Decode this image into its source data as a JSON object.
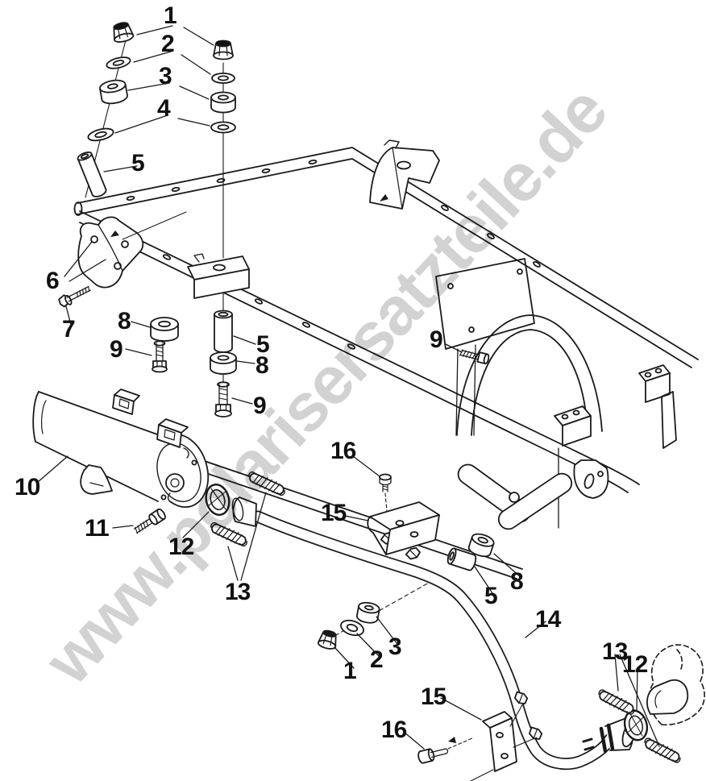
{
  "watermark": {
    "text": "www.polarisersatzteile.de"
  },
  "callouts": [
    {
      "label": "1"
    },
    {
      "label": "2"
    },
    {
      "label": "3"
    },
    {
      "label": "4"
    },
    {
      "label": "5"
    },
    {
      "label": "6"
    },
    {
      "label": "7"
    },
    {
      "label": "8"
    },
    {
      "label": "9"
    },
    {
      "label": "5"
    },
    {
      "label": "8"
    },
    {
      "label": "9"
    },
    {
      "label": "9"
    },
    {
      "label": "10"
    },
    {
      "label": "11"
    },
    {
      "label": "12"
    },
    {
      "label": "13"
    },
    {
      "label": "15"
    },
    {
      "label": "16"
    },
    {
      "label": "8"
    },
    {
      "label": "5"
    },
    {
      "label": "14"
    },
    {
      "label": "3"
    },
    {
      "label": "2"
    },
    {
      "label": "1"
    },
    {
      "label": "13"
    },
    {
      "label": "12"
    },
    {
      "label": "15"
    },
    {
      "label": "16"
    }
  ]
}
